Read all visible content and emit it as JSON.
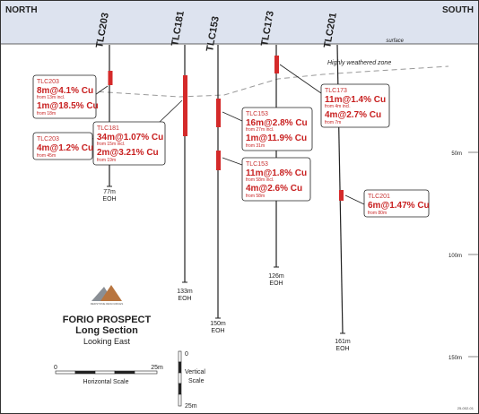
{
  "header": {
    "left": "NORTH",
    "right": "SOUTH"
  },
  "surface_label": "surface",
  "weathered_label": "Highly weathered zone",
  "holes": [
    {
      "id": "TLC203",
      "end_depth": "77m",
      "eoh": "EOH"
    },
    {
      "id": "TLC181",
      "end_depth": "133m",
      "eoh": "EOH"
    },
    {
      "id": "TLC153",
      "end_depth": "150m",
      "eoh": "EOH"
    },
    {
      "id": "TLC173",
      "end_depth": "126m",
      "eoh": "EOH"
    },
    {
      "id": "TLC201",
      "end_depth": "161m",
      "eoh": "EOH"
    }
  ],
  "callouts": [
    {
      "id": "TLC203",
      "lines": [
        {
          "t": "8m@4.1% Cu",
          "k": "main"
        },
        {
          "t": "from 13m incl.",
          "k": "sub"
        },
        {
          "t": "1m@18.5% Cu",
          "k": "main"
        },
        {
          "t": "from 18m",
          "k": "sub"
        }
      ]
    },
    {
      "id": "TLC203",
      "lines": [
        {
          "t": "4m@1.2% Cu",
          "k": "main"
        },
        {
          "t": "from 45m",
          "k": "sub"
        }
      ]
    },
    {
      "id": "TLC181",
      "lines": [
        {
          "t": "34m@1.07% Cu",
          "k": "main"
        },
        {
          "t": "from 15m incl.",
          "k": "sub"
        },
        {
          "t": "2m@3.21% Cu",
          "k": "main"
        },
        {
          "t": "from 19m",
          "k": "sub"
        }
      ]
    },
    {
      "id": "TLC153",
      "lines": [
        {
          "t": "16m@2.8% Cu",
          "k": "main"
        },
        {
          "t": "from 27m incl.",
          "k": "sub"
        },
        {
          "t": "1m@11.9% Cu",
          "k": "main"
        },
        {
          "t": "from 31m",
          "k": "sub"
        }
      ]
    },
    {
      "id": "TLC153",
      "lines": [
        {
          "t": "11m@1.8% Cu",
          "k": "main"
        },
        {
          "t": "from 58m incl.",
          "k": "sub"
        },
        {
          "t": "4m@2.6% Cu",
          "k": "main"
        },
        {
          "t": "from 58m",
          "k": "sub"
        }
      ]
    },
    {
      "id": "TLC173",
      "lines": [
        {
          "t": "11m@1.4% Cu",
          "k": "main"
        },
        {
          "t": "from 4m incl.",
          "k": "sub"
        },
        {
          "t": "4m@2.7% Cu",
          "k": "main"
        },
        {
          "t": "from 7m",
          "k": "sub"
        }
      ]
    },
    {
      "id": "TLC201",
      "lines": [
        {
          "t": "6m@1.47% Cu",
          "k": "main"
        },
        {
          "t": "from 80m",
          "k": "sub"
        }
      ]
    }
  ],
  "depth_ticks": [
    "50m",
    "100m",
    "150m"
  ],
  "logo_text": "REDSTONE RESOURCES",
  "title": {
    "line1": "FORIO PROSPECT",
    "line2": "Long Section",
    "line3": "Looking East"
  },
  "hscale": {
    "start": "0",
    "end": "25m",
    "label": "Horizontal Scale"
  },
  "vscale": {
    "start": "0",
    "end": "25m",
    "label1": "Vertical",
    "label2": "Scale"
  },
  "figure_ref": "25-002-01",
  "colors": {
    "sky": "#dde3ef",
    "intercept": "#d42a2a",
    "callout_text": "#c82020"
  }
}
